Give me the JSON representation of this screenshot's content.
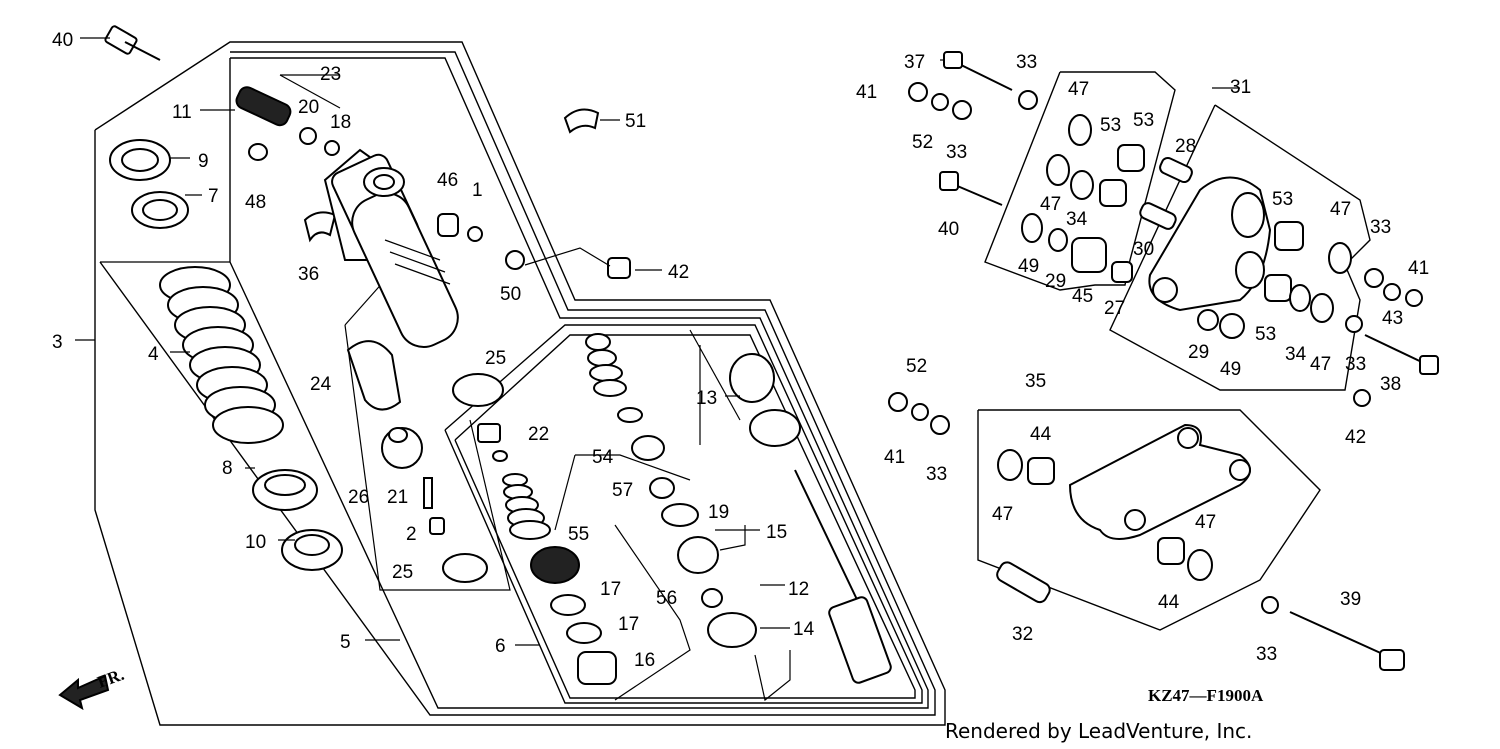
{
  "diagram_code": "KZ47—F1900A",
  "credit": "Rendered by LeadVenture, Inc.",
  "front_arrow": "FR.",
  "callouts": [
    {
      "id": "c40a",
      "text": "40"
    },
    {
      "id": "c11",
      "text": "11"
    },
    {
      "id": "c23",
      "text": "23"
    },
    {
      "id": "c20",
      "text": "20"
    },
    {
      "id": "c18",
      "text": "18"
    },
    {
      "id": "c9",
      "text": "9"
    },
    {
      "id": "c7",
      "text": "7"
    },
    {
      "id": "c48",
      "text": "48"
    },
    {
      "id": "c46",
      "text": "46"
    },
    {
      "id": "c1",
      "text": "1"
    },
    {
      "id": "c51",
      "text": "51"
    },
    {
      "id": "c36",
      "text": "36"
    },
    {
      "id": "c42a",
      "text": "42"
    },
    {
      "id": "c50",
      "text": "50"
    },
    {
      "id": "c3",
      "text": "3"
    },
    {
      "id": "c4",
      "text": "4"
    },
    {
      "id": "c24",
      "text": "24"
    },
    {
      "id": "c25a",
      "text": "25"
    },
    {
      "id": "c22",
      "text": "22"
    },
    {
      "id": "c13",
      "text": "13"
    },
    {
      "id": "c8",
      "text": "8"
    },
    {
      "id": "c54",
      "text": "54"
    },
    {
      "id": "c26",
      "text": "26"
    },
    {
      "id": "c21",
      "text": "21"
    },
    {
      "id": "c57",
      "text": "57"
    },
    {
      "id": "c19",
      "text": "19"
    },
    {
      "id": "c15",
      "text": "15"
    },
    {
      "id": "c10",
      "text": "10"
    },
    {
      "id": "c2",
      "text": "2"
    },
    {
      "id": "c55",
      "text": "55"
    },
    {
      "id": "c25b",
      "text": "25"
    },
    {
      "id": "c17a",
      "text": "17"
    },
    {
      "id": "c56",
      "text": "56"
    },
    {
      "id": "c12",
      "text": "12"
    },
    {
      "id": "c17b",
      "text": "17"
    },
    {
      "id": "c14",
      "text": "14"
    },
    {
      "id": "c5",
      "text": "5"
    },
    {
      "id": "c6",
      "text": "6"
    },
    {
      "id": "c16",
      "text": "16"
    },
    {
      "id": "c37",
      "text": "37"
    },
    {
      "id": "c33a",
      "text": "33"
    },
    {
      "id": "c41a",
      "text": "41"
    },
    {
      "id": "c47a",
      "text": "47"
    },
    {
      "id": "c31",
      "text": "31"
    },
    {
      "id": "c52a",
      "text": "52"
    },
    {
      "id": "c33b",
      "text": "33"
    },
    {
      "id": "c53a",
      "text": "53"
    },
    {
      "id": "c53b",
      "text": "53"
    },
    {
      "id": "c28",
      "text": "28"
    },
    {
      "id": "c47b",
      "text": "47"
    },
    {
      "id": "c34a",
      "text": "34"
    },
    {
      "id": "c40b",
      "text": "40"
    },
    {
      "id": "c49a",
      "text": "49"
    },
    {
      "id": "c29a",
      "text": "29"
    },
    {
      "id": "c30",
      "text": "30"
    },
    {
      "id": "c45",
      "text": "45"
    },
    {
      "id": "c27",
      "text": "27"
    },
    {
      "id": "c53c",
      "text": "53"
    },
    {
      "id": "c47c",
      "text": "47"
    },
    {
      "id": "c33c",
      "text": "33"
    },
    {
      "id": "c41b",
      "text": "41"
    },
    {
      "id": "c43",
      "text": "43"
    },
    {
      "id": "c29b",
      "text": "29"
    },
    {
      "id": "c49b",
      "text": "49"
    },
    {
      "id": "c53d",
      "text": "53"
    },
    {
      "id": "c34b",
      "text": "34"
    },
    {
      "id": "c47d",
      "text": "47"
    },
    {
      "id": "c33d",
      "text": "33"
    },
    {
      "id": "c38",
      "text": "38"
    },
    {
      "id": "c52b",
      "text": "52"
    },
    {
      "id": "c42b",
      "text": "42"
    },
    {
      "id": "c41c",
      "text": "41"
    },
    {
      "id": "c33e",
      "text": "33"
    },
    {
      "id": "c35",
      "text": "35"
    },
    {
      "id": "c44a",
      "text": "44"
    },
    {
      "id": "c47e",
      "text": "47"
    },
    {
      "id": "c47f",
      "text": "47"
    },
    {
      "id": "c44b",
      "text": "44"
    },
    {
      "id": "c32",
      "text": "32"
    },
    {
      "id": "c39",
      "text": "39"
    },
    {
      "id": "c33f",
      "text": "33"
    }
  ]
}
